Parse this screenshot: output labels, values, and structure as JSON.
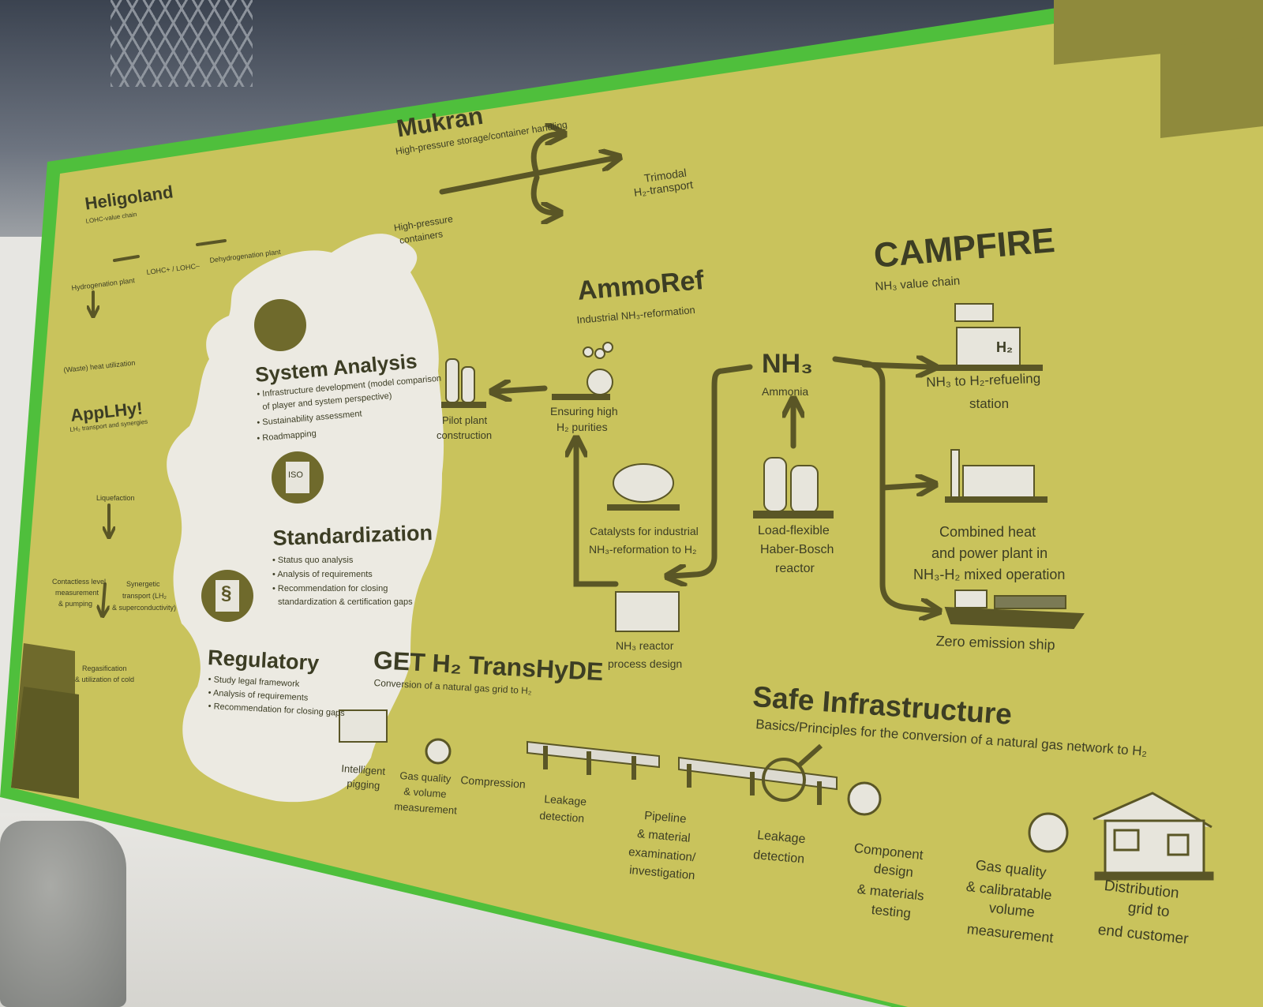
{
  "heligoland": {
    "title": "Heligoland",
    "subtitle": "LOHC-value chain",
    "hydrogenation": "Hydrogenation plant",
    "lohc": "LOHC+ / LOHC–",
    "dehydrogenation": "Dehydrogenation plant",
    "heat": "(Waste) heat utilization"
  },
  "mukran": {
    "title": "Mukran",
    "subtitle": "High-pressure storage/container handling",
    "containers_line1": "High-pressure",
    "containers_line2": "containers",
    "trimodal_line1": "Trimodal",
    "trimodal_line2": "H₂-transport"
  },
  "applhy": {
    "title": "AppLHy!",
    "subtitle": "LH₂ transport and synergies",
    "liquefaction": "Liquefaction",
    "contactless_1": "Contactless level",
    "contactless_2": "measurement",
    "contactless_3": "& pumping",
    "synergetic_1": "Synergetic",
    "synergetic_2": "transport (LH₂",
    "synergetic_3": "& superconductivity)",
    "regasification_1": "Regasification",
    "regasification_2": "& utilization of cold"
  },
  "system_analysis": {
    "title": "System Analysis",
    "bullets": [
      "Infrastructure development (model comparison",
      "of player and system perspective)",
      "Sustainability assessment",
      "Roadmapping"
    ]
  },
  "standardization": {
    "title": "Standardization",
    "iso": "ISO",
    "bullets": [
      "Status quo analysis",
      "Analysis of requirements",
      "Recommendation for closing",
      "standardization & certification gaps"
    ]
  },
  "regulatory": {
    "title": "Regulatory",
    "section": "§",
    "bullets": [
      "Study legal framework",
      "Analysis of requirements",
      "Recommendation for closing gaps"
    ]
  },
  "ammoref": {
    "title": "AmmoRef",
    "subtitle": "Industrial NH₃-reformation",
    "pilot_1": "Pilot plant",
    "pilot_2": "construction",
    "purity_1": "Ensuring high",
    "purity_2": "H₂ purities",
    "catalysts_1": "Catalysts for industrial",
    "catalysts_2": "NH₃-reformation to H₂",
    "reactor_1": "NH₃ reactor",
    "reactor_2": "process design"
  },
  "campfire": {
    "title": "CAMPFIRE",
    "subtitle": "NH₃ value chain",
    "nh3": "NH₃",
    "ammonia": "Ammonia",
    "refuel_1": "NH₃ to H₂-refueling",
    "refuel_2": "station",
    "h2_sign": "H₂",
    "chp_1": "Combined heat",
    "chp_2": "and power plant in",
    "chp_3": "NH₃-H₂ mixed operation",
    "ship": "Zero emission ship",
    "haber_1": "Load-flexible",
    "haber_2": "Haber-Bosch",
    "haber_3": "reactor"
  },
  "transhyde": {
    "title": "GET H₂ TransHyDE",
    "subtitle": "Conversion of a natural gas grid to H₂",
    "pigging_1": "Intelligent",
    "pigging_2": "pigging",
    "gas_1": "Gas quality",
    "gas_2": "& volume",
    "gas_3": "measurement",
    "compression": "Compression",
    "leak1_1": "Leakage",
    "leak1_2": "detection"
  },
  "safe": {
    "title": "Safe Infrastructure",
    "subtitle": "Basics/Principles for the conversion of a natural gas network to H₂",
    "pipeline_1": "Pipeline",
    "pipeline_2": "& material",
    "pipeline_3": "examination/",
    "pipeline_4": "investigation",
    "leak2_1": "Leakage",
    "leak2_2": "detection",
    "component_1": "Component",
    "component_2": "design",
    "component_3": "& materials",
    "component_4": "testing",
    "gasq_1": "Gas quality",
    "gasq_2": "& calibratable",
    "gasq_3": "volume",
    "gasq_4": "measurement",
    "dist_1": "Distribution",
    "dist_2": "grid to",
    "dist_3": "end customer"
  },
  "colors": {
    "board": "#c9c35c",
    "frame": "#4fbf3c",
    "ink": "#3c3d24",
    "olive": "#6f6a2c",
    "map": "#eceae2"
  }
}
